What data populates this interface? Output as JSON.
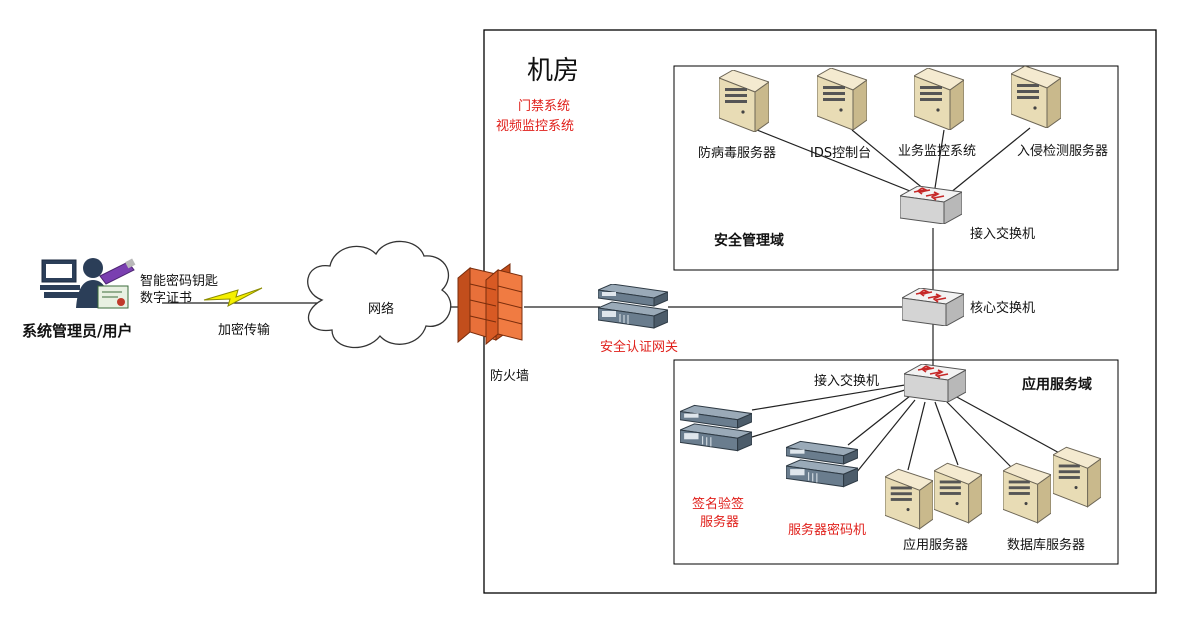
{
  "room": {
    "title": "机房",
    "notes": [
      "门禁系统",
      "视频监控系统"
    ]
  },
  "user": {
    "label": "系统管理员/用户",
    "token_labels": [
      "智能密码钥匙",
      "数字证书"
    ],
    "link_label": "加密传输"
  },
  "network": {
    "label": "网络"
  },
  "firewall": {
    "label": "防火墙"
  },
  "gateway": {
    "label": "安全认证网关"
  },
  "core_switch": {
    "label": "核心交换机"
  },
  "security_zone": {
    "title": "安全管理域",
    "switch_label": "接入交换机",
    "servers": [
      "防病毒服务器",
      "IDS控制台",
      "业务监控系统",
      "入侵检测服务器"
    ]
  },
  "app_zone": {
    "title": "应用服务域",
    "switch_label": "接入交换机",
    "sign_server": [
      "签名验签",
      "服务器"
    ],
    "crypto_server": "服务器密码机",
    "app_server": "应用服务器",
    "db_server": "数据库服务器"
  },
  "colors": {
    "highlight_text": "#e0201b",
    "firewall": "#e8703a",
    "switch": "#d9d9d9",
    "rack": "#6a7d8e"
  }
}
